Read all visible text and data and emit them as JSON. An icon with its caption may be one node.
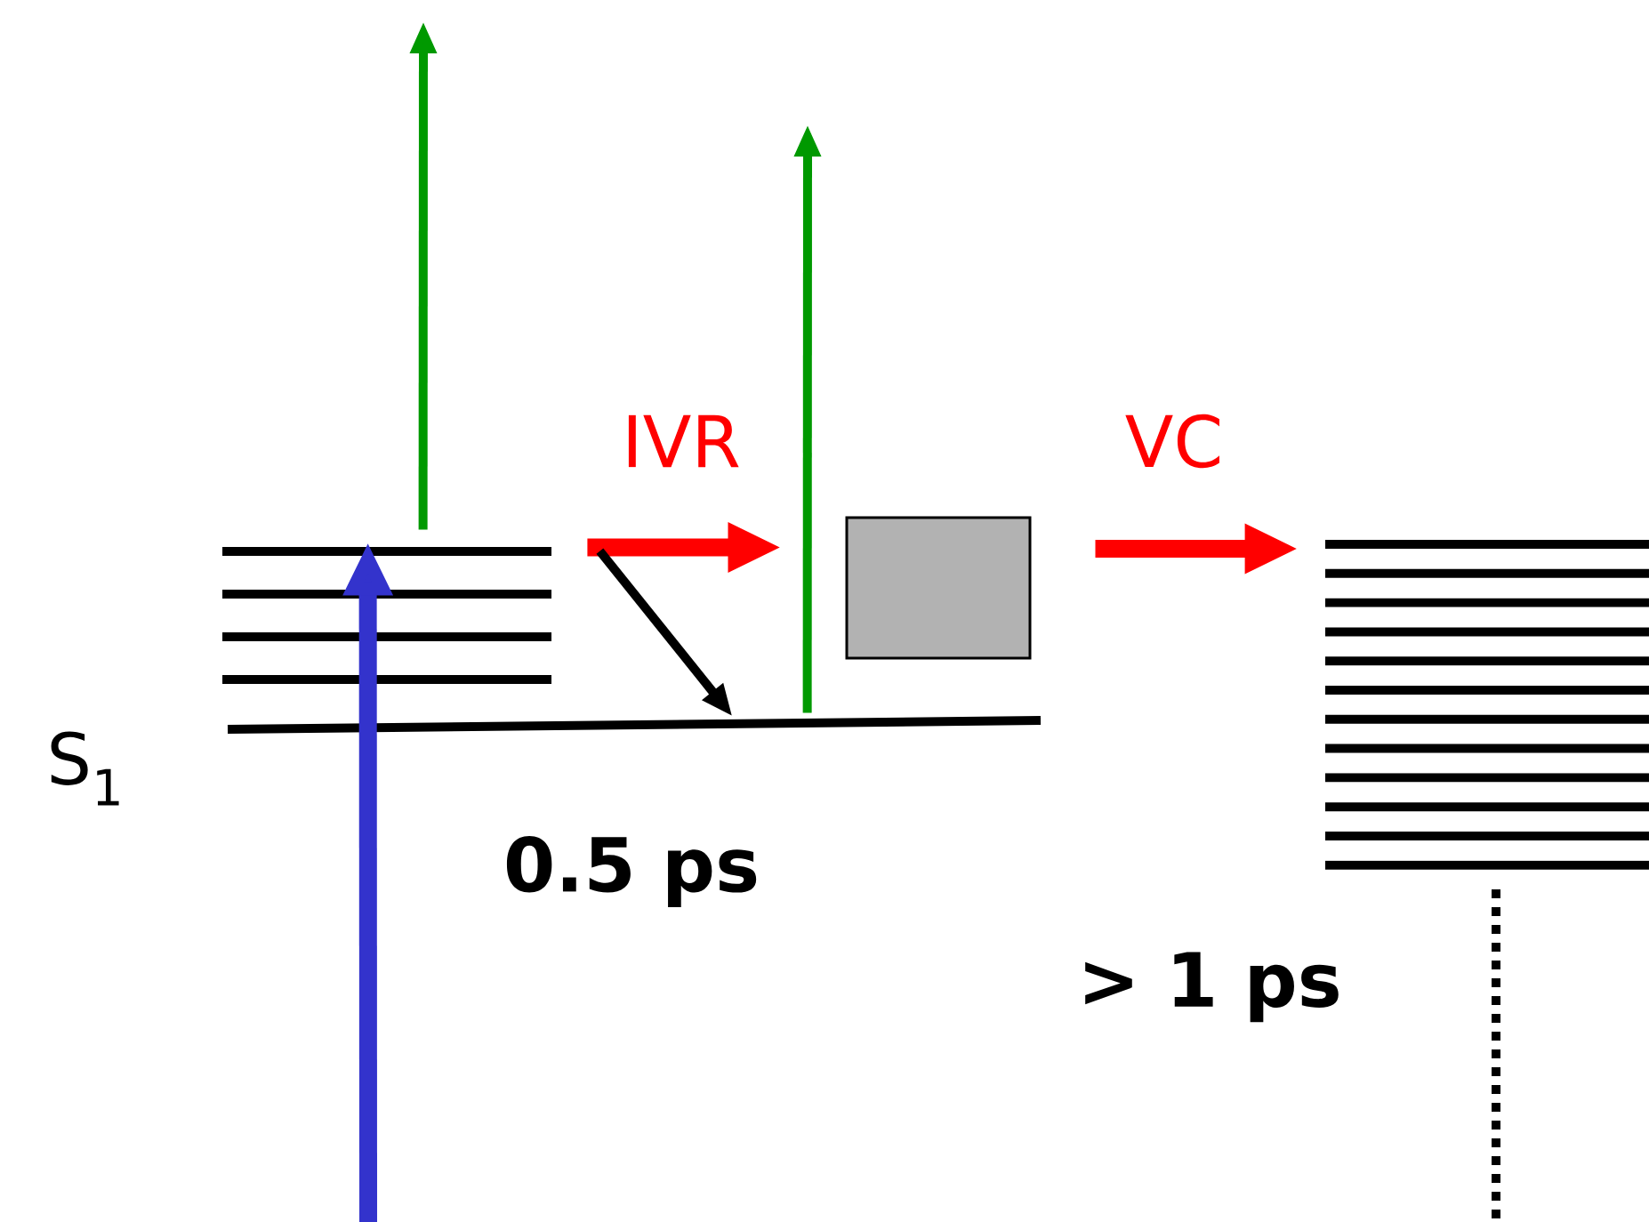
{
  "diagram": {
    "nodes": [
      {
        "text": [],
        "shape": "bar"
      },
      {
        "text": [],
        "shape": "box"
      },
      {
        "text": [],
        "shape": "bar"
      },
      {
        "text": [],
        "shape": "bar"
      }
    ],
    "edges": [
      {
        "from": 0,
        "to": 1,
        "arrow": "to",
        "label": "IVR",
        "style": "thick",
        "color": "#ff0000"
      },
      {
        "from": 1,
        "to": 2,
        "arrow": "to",
        "label": "VC",
        "style": "thick",
        "color": "#ff0000"
      },
      {
        "from": 0,
        "to": 3,
        "arrow": "to",
        "color": "#000000"
      },
      {
        "from": null,
        "to": 0,
        "arrow": "to",
        "style": "thick",
        "color": "#3333cc"
      },
      {
        "from": 0,
        "to": null,
        "arrow": "to",
        "color": "#009900"
      },
      {
        "from": 3,
        "to": null,
        "arrow": "to",
        "color": "#009900"
      }
    ],
    "labels": [
      "S$_{1}$",
      "0.5 ps",
      "> 1 ps"
    ]
  }
}
